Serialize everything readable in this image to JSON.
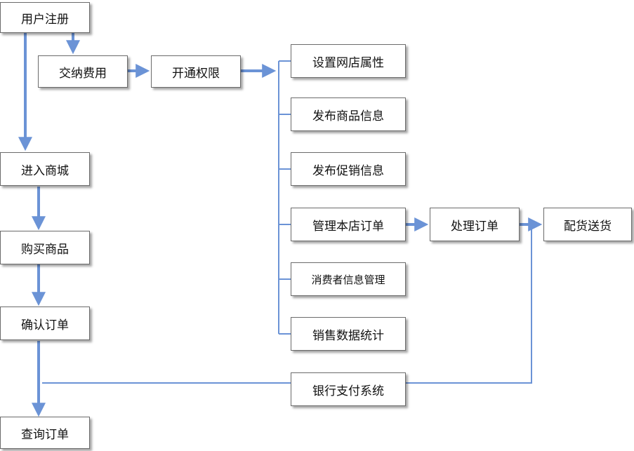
{
  "nodes": {
    "register": "用户注册",
    "pay_fee": "交纳费用",
    "open_rights": "开通权限",
    "set_shop_attr": "设置网店属性",
    "publish_product": "发布商品信息",
    "publish_promo": "发布促销信息",
    "manage_orders": "管理本店订单",
    "consumer_info": "消费者信息管理",
    "sales_stats": "销售数据统计",
    "bank_payment": "银行支付系统",
    "process_order": "处理订单",
    "deliver": "配货送货",
    "enter_mall": "进入商城",
    "buy_product": "购买商品",
    "confirm_order": "确认订单",
    "query_order": "查询订单"
  },
  "colors": {
    "arrow": "#6b93d6",
    "box_border": "#6b6b6b"
  }
}
